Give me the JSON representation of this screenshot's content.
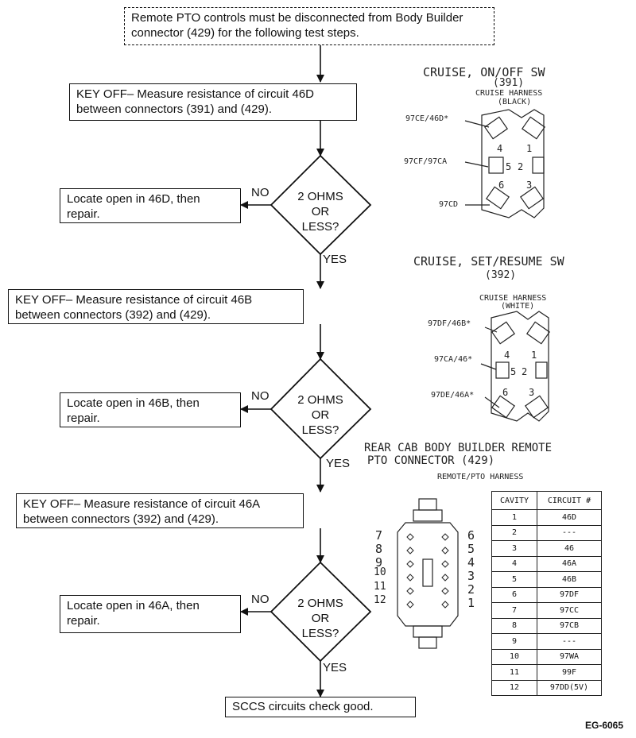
{
  "flow": {
    "start": "Remote PTO controls must be disconnected from Body Builder connector (429) for the following test steps.",
    "step1": "KEY OFF– Measure resistance of circuit 46D between connectors (391) and (429).",
    "step2": "KEY OFF– Measure resistance of circuit 46B between connectors (392) and (429).",
    "step3": "KEY OFF– Measure resistance of circuit 46A between connectors (392) and (429).",
    "decision_line1": "2 OHMS",
    "decision_line2": "OR",
    "decision_line3": "LESS?",
    "yes": "YES",
    "no": "NO",
    "fail1": "Locate open in 46D, then repair.",
    "fail2": "Locate open in 46B, then repair.",
    "fail3": "Locate open in 46A, then repair.",
    "end": "SCCS circuits check good."
  },
  "conn391": {
    "title": "CRUISE, ON/OFF SW",
    "code": "(391)",
    "harness": "CRUISE HARNESS",
    "color": "(BLACK)",
    "wire_a": "97CE/46D*",
    "wire_b": "97CF/97CA",
    "wire_c": "97CD",
    "pins": [
      "4",
      "1",
      "5",
      "2",
      "6",
      "3"
    ]
  },
  "conn392": {
    "title": "CRUISE, SET/RESUME SW",
    "code": "(392)",
    "harness": "CRUISE HARNESS",
    "color": "(WHITE)",
    "wire_a": "97DF/46B*",
    "wire_b": "97CA/46*",
    "wire_c": "97DE/46A*",
    "pins": [
      "4",
      "1",
      "5",
      "2",
      "6",
      "3"
    ]
  },
  "conn429": {
    "title1": "REAR CAB BODY BUILDER REMOTE",
    "title2": "PTO CONNECTOR (429)",
    "harness": "REMOTE/PTO HARNESS",
    "left_pins": [
      "7",
      "8",
      "9",
      "10",
      "11",
      "12"
    ],
    "right_pins": [
      "6",
      "5",
      "4",
      "3",
      "2",
      "1"
    ]
  },
  "cavity_table": {
    "headers": [
      "CAVITY",
      "CIRCUIT #"
    ],
    "rows": [
      [
        "1",
        "46D"
      ],
      [
        "2",
        "---"
      ],
      [
        "3",
        "46"
      ],
      [
        "4",
        "46A"
      ],
      [
        "5",
        "46B"
      ],
      [
        "6",
        "97DF"
      ],
      [
        "7",
        "97CC"
      ],
      [
        "8",
        "97CB"
      ],
      [
        "9",
        "---"
      ],
      [
        "10",
        "97WA"
      ],
      [
        "11",
        "99F"
      ],
      [
        "12",
        "97DD(5V)"
      ]
    ]
  },
  "figure_id": "EG-6065"
}
